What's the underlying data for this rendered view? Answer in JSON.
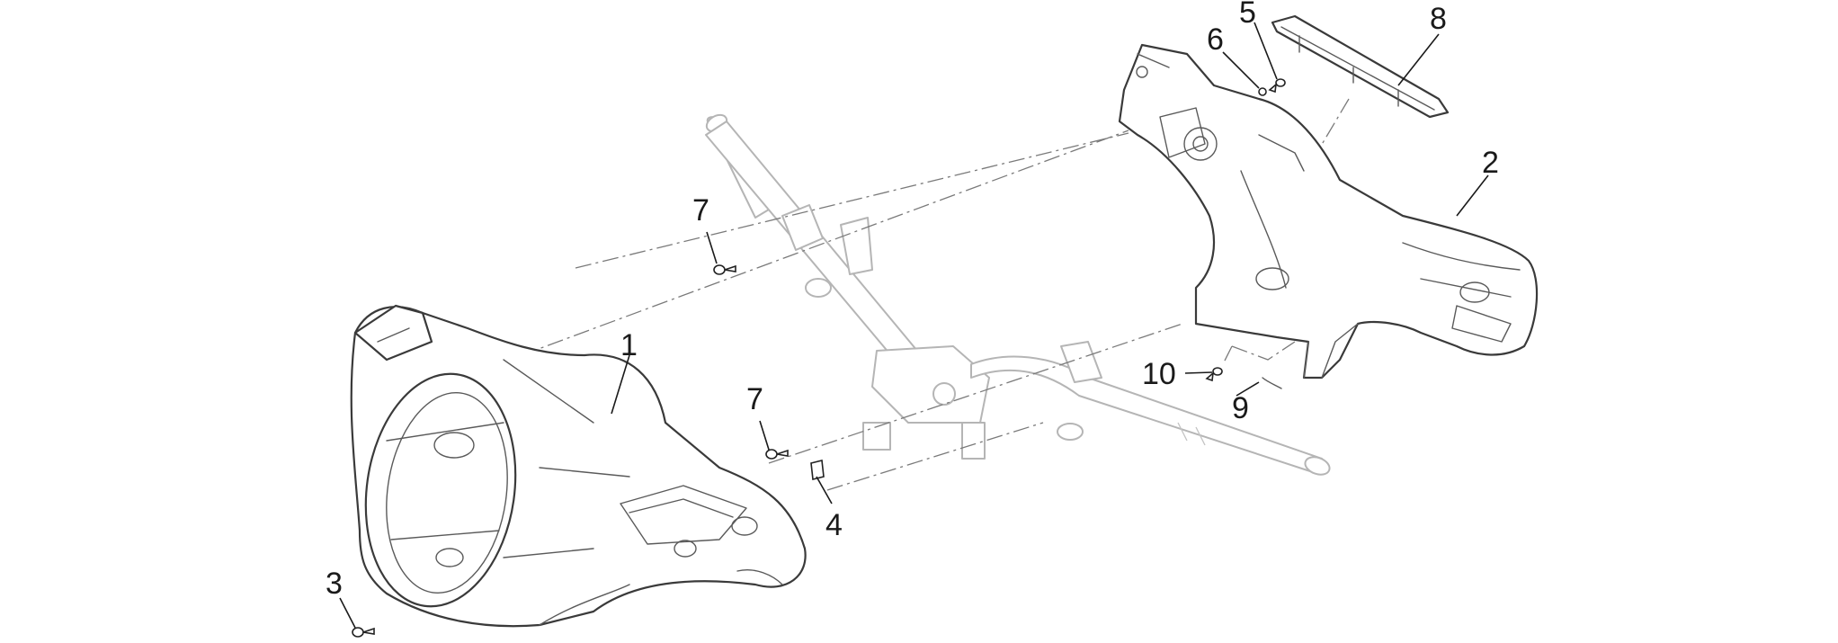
{
  "diagram": {
    "callouts": [
      {
        "id": "c1",
        "label": "1"
      },
      {
        "id": "c2",
        "label": "2"
      },
      {
        "id": "c3",
        "label": "3"
      },
      {
        "id": "c4",
        "label": "4"
      },
      {
        "id": "c5",
        "label": "5"
      },
      {
        "id": "c6",
        "label": "6"
      },
      {
        "id": "c7a",
        "label": "7"
      },
      {
        "id": "c7b",
        "label": "7"
      },
      {
        "id": "c8",
        "label": "8"
      },
      {
        "id": "c9",
        "label": "9"
      },
      {
        "id": "c10",
        "label": "10"
      }
    ]
  }
}
